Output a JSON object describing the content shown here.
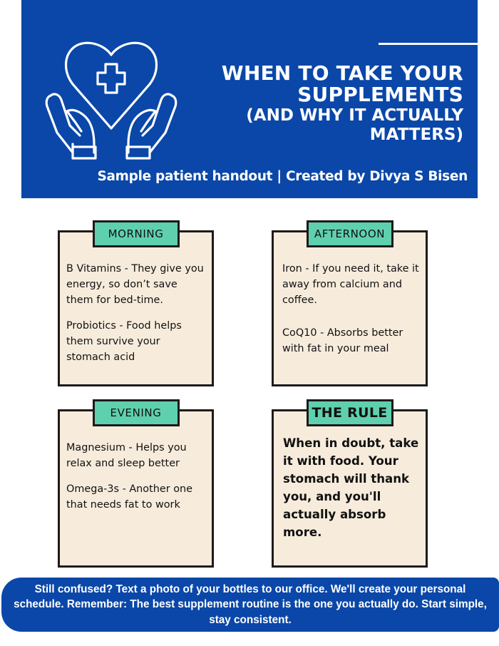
{
  "header": {
    "title_line1": "WHEN TO TAKE YOUR",
    "title_line2": "SUPPLEMENTS",
    "title_line3": "(AND WHY IT ACTUALLY",
    "title_line4": "MATTERS)",
    "subtitle": "Sample patient handout | Created by Divya S Bisen",
    "logo_icon": "heart-in-hands-medical-cross-icon",
    "background_color": "#0a47a8"
  },
  "cards": [
    {
      "label": "MORNING",
      "items": [
        "B Vitamins - They give you energy, so don’t save them for bed-time.",
        "Probiotics - Food helps them survive your stomach acid"
      ]
    },
    {
      "label": "AFTERNOON",
      "items": [
        "Iron - If you need it, take it away from calcium and coffee.",
        "CoQ10 - Absorbs better with fat in your meal"
      ]
    },
    {
      "label": "EVENING",
      "items": [
        "Magnesium - Helps you relax and sleep better",
        "Omega-3s - Another one that needs fat to work"
      ]
    },
    {
      "label": "THE RULE",
      "text": "When in doubt, take it with food. Your stomach will thank you, and you'll actually absorb more."
    }
  ],
  "colors": {
    "card_bg": "#f7ecdc",
    "tag_bg": "#5fd0ae",
    "border": "#1e1a1b"
  },
  "footer": {
    "text": "Still confused? Text a photo of your bottles to our office. We'll create your personal schedule. Remember: The best supplement routine is the one you actually do. Start simple, stay consistent."
  }
}
